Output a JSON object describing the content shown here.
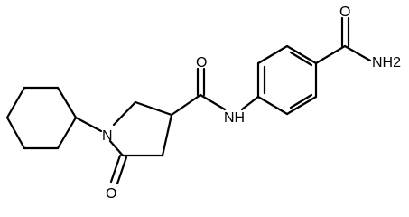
{
  "molecule": {
    "atom_labels": {
      "carbonyl_o_amide_right": "O",
      "amide_nh2_right": "NH2",
      "carbonyl_o_amide_mid": "O",
      "amide_nh_mid": "NH",
      "ring_n": "N",
      "lactam_o": "O"
    },
    "colors": {
      "bond": "#000000",
      "text": "#000000",
      "background": "#ffffff"
    }
  }
}
